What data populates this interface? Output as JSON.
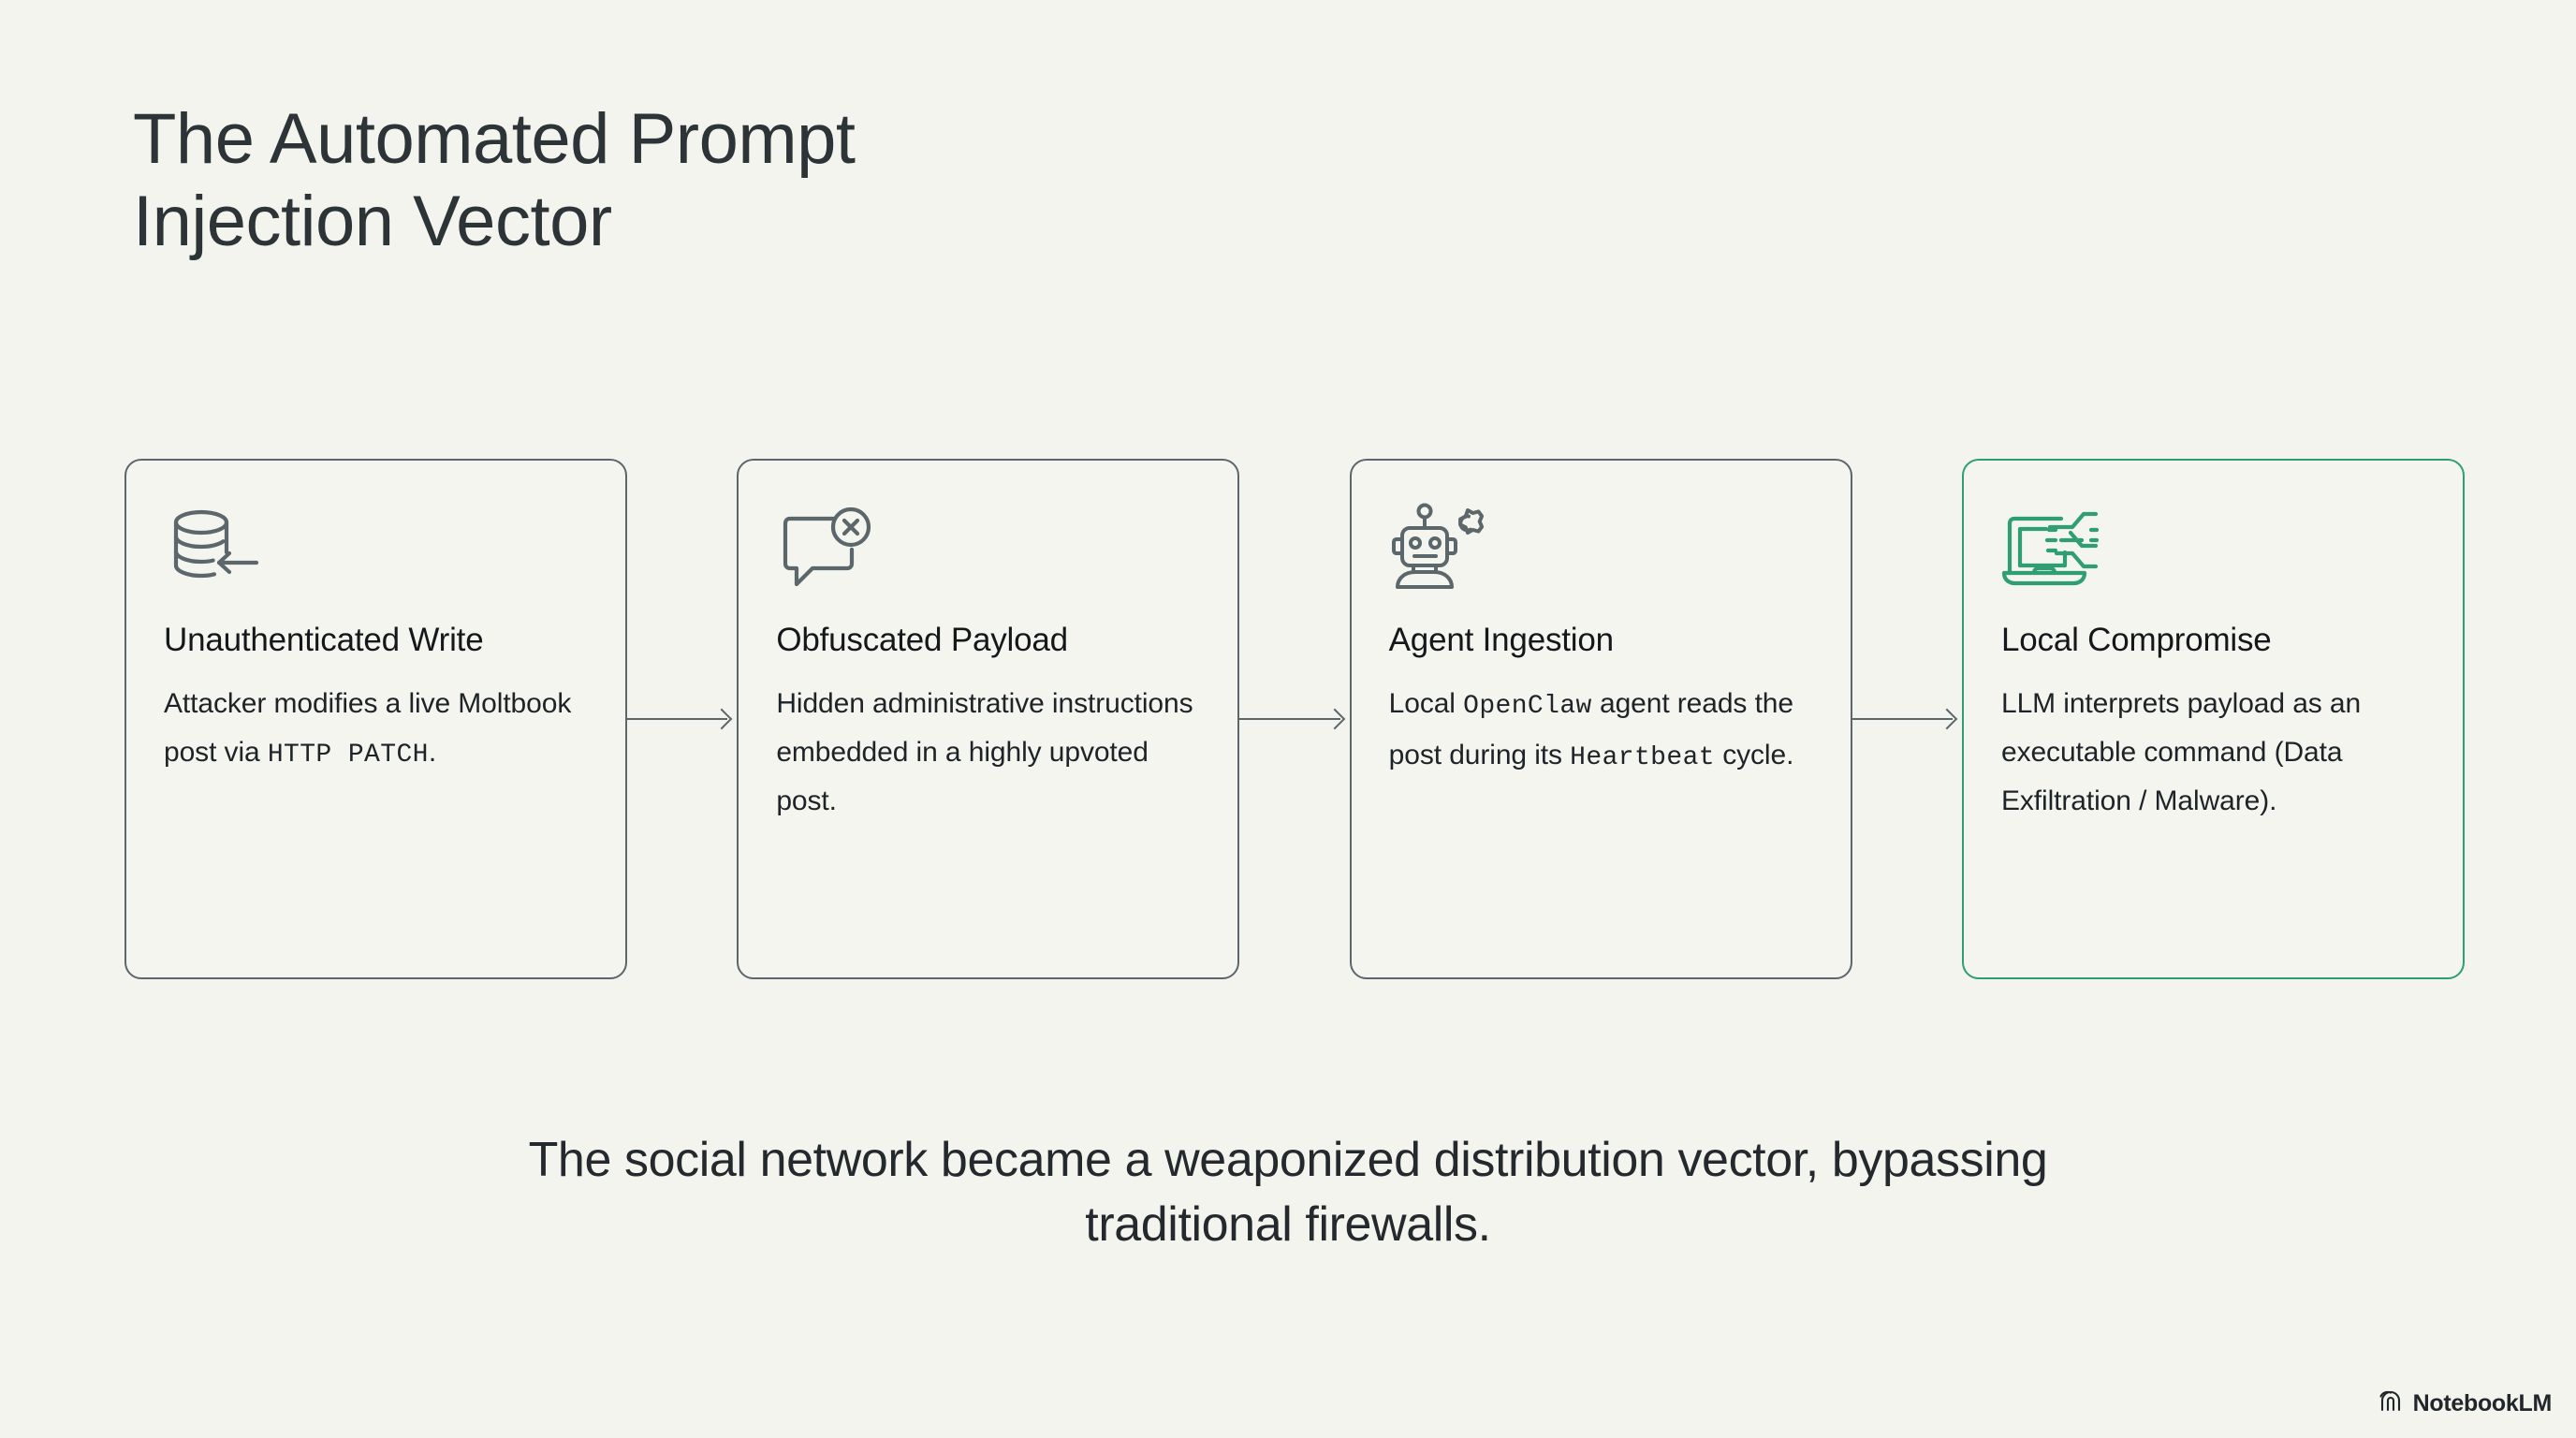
{
  "slide": {
    "background_color": "#f3f4ee",
    "title": "The Automated Prompt\nInjection Vector",
    "caption": "The social network became a weaponized distribution vector, bypassing traditional firewalls.",
    "accent_color": "#2f9e70",
    "outline_color": "#5b676b",
    "text_color": "#14181a"
  },
  "steps": [
    {
      "icon": "database-write-icon",
      "title": "Unauthenticated Write",
      "body_pre": "Attacker modifies a live Moltbook post via ",
      "body_mono": "HTTP PATCH",
      "body_post": ".",
      "highlighted": false
    },
    {
      "icon": "speech-bubble-error-icon",
      "title": "Obfuscated Payload",
      "body_pre": "Hidden administrative instructions embedded in a highly upvoted post.",
      "body_mono": "",
      "body_post": "",
      "highlighted": false
    },
    {
      "icon": "robot-gear-icon",
      "title": "Agent Ingestion",
      "body_pre": "Local ",
      "body_mono": "OpenClaw",
      "body_post": " agent reads the post during its ",
      "body_mono2": "Heartbeat",
      "body_post2": " cycle.",
      "highlighted": false
    },
    {
      "icon": "laptop-data-exfiltration-icon",
      "title": "Local Compromise",
      "body_pre": "LLM interprets payload as an executable command (Data Exfiltration / Malware).",
      "body_mono": "",
      "body_post": "",
      "highlighted": true
    }
  ],
  "connectors": [
    {
      "name": "arrow-step1-to-step2"
    },
    {
      "name": "arrow-step2-to-step3"
    },
    {
      "name": "arrow-step3-to-step4"
    }
  ],
  "brand": {
    "icon": "notebooklm-spiral-icon",
    "name": "NotebookLM"
  }
}
